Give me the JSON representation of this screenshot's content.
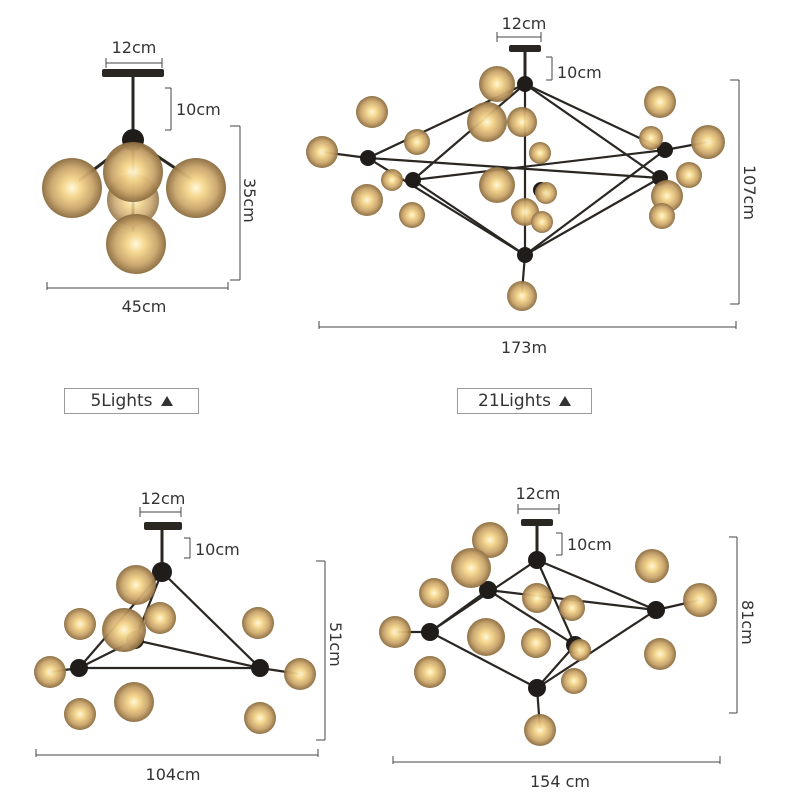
{
  "products": [
    {
      "label": "5Lights",
      "dims": {
        "canopy": "12cm",
        "rod": "10cm",
        "height": "35cm",
        "width": "45cm"
      }
    },
    {
      "label": "21Lights",
      "dims": {
        "canopy": "12cm",
        "rod": "10cm",
        "height": "107cm",
        "width": "173m"
      }
    },
    {
      "label": "",
      "dims": {
        "canopy": "12cm",
        "rod": "10cm",
        "height": "51cm",
        "width": "104cm"
      }
    },
    {
      "label": "",
      "dims": {
        "canopy": "12cm",
        "rod": "10cm",
        "height": "81cm",
        "width": "154 cm"
      }
    }
  ],
  "colors": {
    "metal": "#2a2622",
    "glass": "#c9a46a",
    "bulb": "#fff3c4",
    "text": "#333333"
  },
  "icons": {
    "label_marker": "triangle-up-icon"
  }
}
